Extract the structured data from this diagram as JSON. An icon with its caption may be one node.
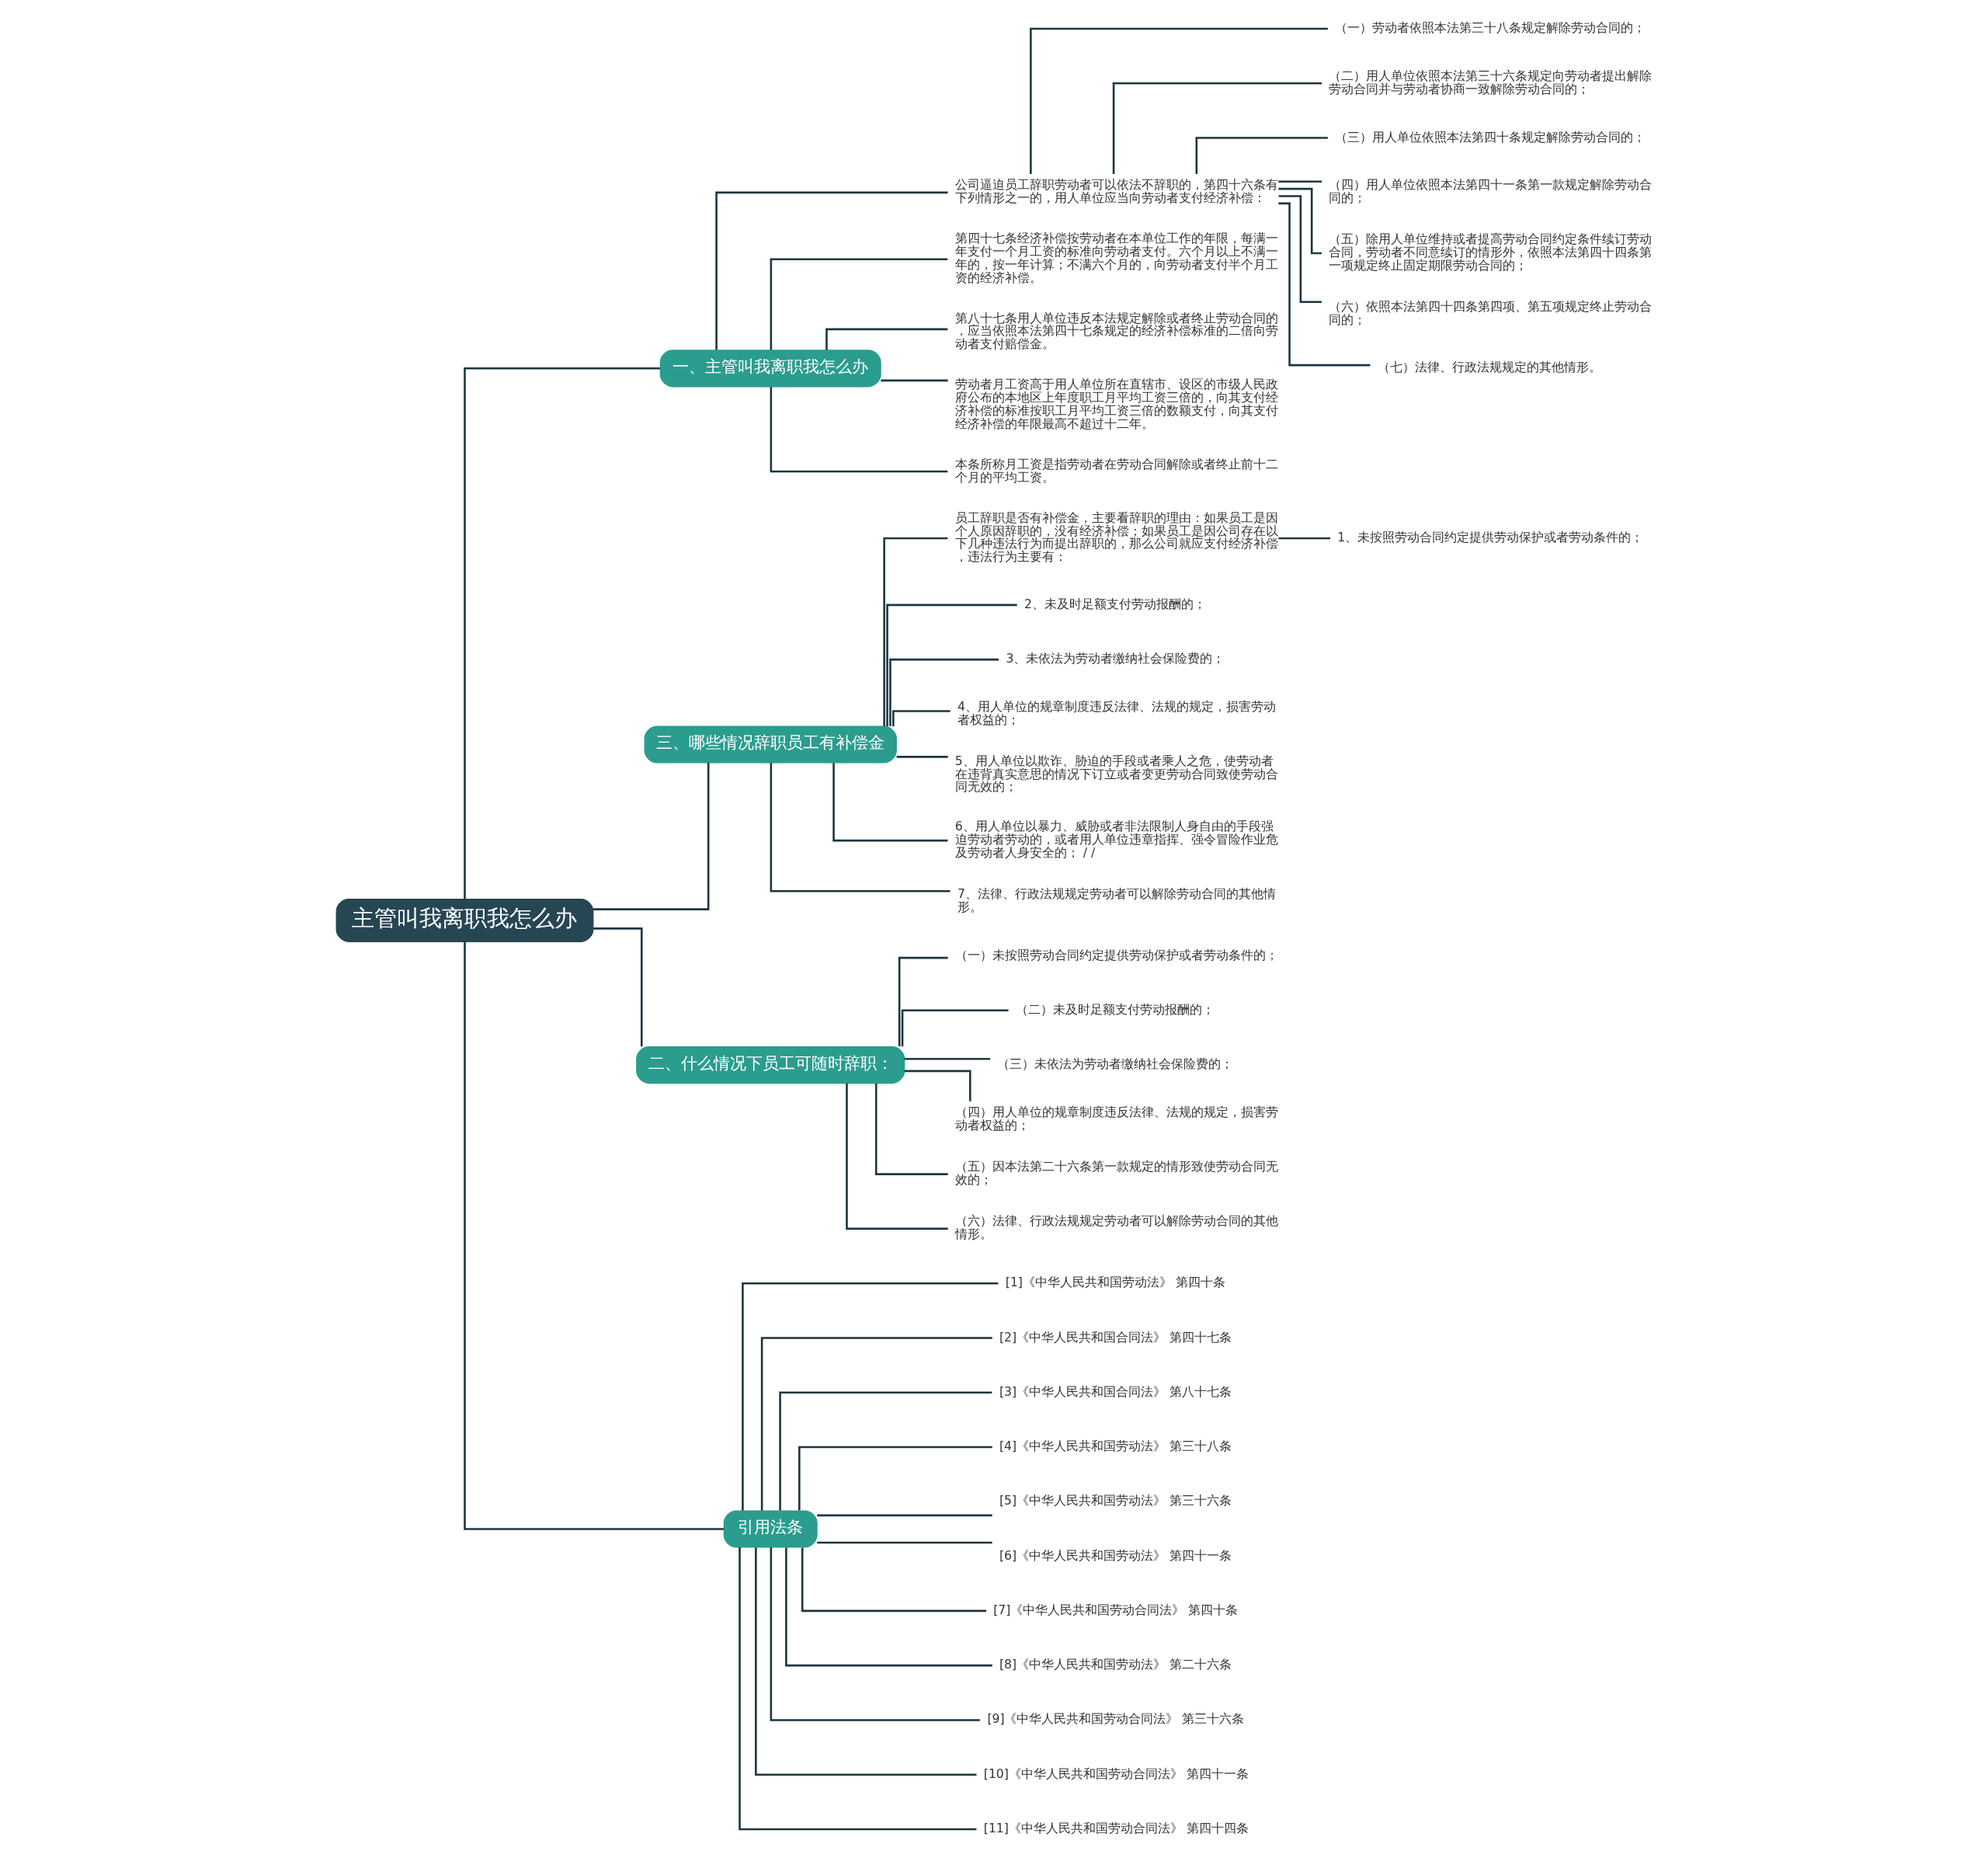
{
  "diagram": {
    "nodes": [
      {
        "text": [
          "主管叫我离职我怎么办"
        ]
      },
      {
        "text": [
          "一、主管叫我离职我怎么办"
        ]
      },
      {
        "text": [
          "公司逼迫员工辞职劳动者可以依法不辞职的，第四十六条有下列情形之一的，用人单位应当向劳动者支付经济补偿："
        ]
      },
      {
        "text": [
          "（一）劳动者依照本法第三十八条规定解除劳动合同的；"
        ]
      },
      {
        "text": [
          "（二）用人单位依照本法第三十六条规定向劳动者提出解除劳动合同并与劳动者协商一致解除劳动合同的；"
        ]
      },
      {
        "text": [
          "（三）用人单位依照本法第四十条规定解除劳动合同的；"
        ]
      },
      {
        "text": [
          "（四）用人单位依照本法第四十一条第一款规定解除劳动合同的；"
        ]
      },
      {
        "text": [
          "（五）除用人单位维持或者提高劳动合同约定条件续订劳动合同，劳动者不同意续订的情形外，依照本法第四十四条第一项规定终止固定期限劳动合同的；"
        ]
      },
      {
        "text": [
          "（六）依照本法第四十四条第四项、第五项规定终止劳动合同的；"
        ]
      },
      {
        "text": [
          "（七）法律、行政法规规定的其他情形。"
        ]
      },
      {
        "text": [
          "第四十七条经济补偿按劳动者在本单位工作的年限，每满一年支付一个月工资的标准向劳动者支付。六个月以上不满一年的，按一年计算；不满六个月的，向劳动者支付半个月工资的经济补偿。"
        ]
      },
      {
        "text": [
          "第八十七条用人单位违反本法规定解除或者终止劳动合同的，应当依照本法第四十七条规定的经济补偿标准的二倍向劳动者支付赔偿金。"
        ]
      },
      {
        "text": [
          "劳动者月工资高于用人单位所在直辖市、设区的市级人民政府公布的本地区上年度职工月平均工资三倍的，向其支付经济补偿的标准按职工月平均工资三倍的数额支付，向其支付经济补偿的年限最高不超过十二年。"
        ]
      },
      {
        "text": [
          "本条所称月工资是指劳动者在劳动合同解除或者终止前十二个月的平均工资。"
        ]
      },
      {
        "text": [
          "三、哪些情况辞职员工有补偿金"
        ]
      },
      {
        "text": [
          "员工辞职是否有补偿金，主要看辞职的理由：如果员工是因个人原因辞职的，没有经济补偿；如果员工是因公司存在以下几种违法行为而提出辞职的，那么公司就应支付经济补偿，违法行为主要有："
        ]
      },
      {
        "text": [
          "1、未按照劳动合同约定提供劳动保护或者劳动条件的；"
        ]
      },
      {
        "text": [
          "2、未及时足额支付劳动报酬的；"
        ]
      },
      {
        "text": [
          "3、未依法为劳动者缴纳社会保险费的；"
        ]
      },
      {
        "text": [
          "4、用人单位的规章制度违反法律、法规的规定，损害劳动者权益的；"
        ]
      },
      {
        "text": [
          "5、用人单位以欺诈、胁迫的手段或者乘人之危，使劳动者在违背真实意思的情况下订立或者变更劳动合同致使劳动合同无效的；"
        ]
      },
      {
        "text": [
          "6、用人单位以暴力、威胁或者非法限制人身自由的手段强迫劳动者劳动的，或者用人单位违章指挥、强令冒险作业危及劳动者人身安全的； / /"
        ]
      },
      {
        "text": [
          "7、法律、行政法规规定劳动者可以解除劳动合同的其他情形。"
        ]
      },
      {
        "text": [
          "二、什么情况下员工可随时辞职："
        ]
      },
      {
        "text": [
          "（一）未按照劳动合同约定提供劳动保护或者劳动条件的；"
        ]
      },
      {
        "text": [
          "（二）未及时足额支付劳动报酬的；"
        ]
      },
      {
        "text": [
          "（三）未依法为劳动者缴纳社会保险费的；"
        ]
      },
      {
        "text": [
          "（四）用人单位的规章制度违反法律、法规的规定，损害劳动者权益的；"
        ]
      },
      {
        "text": [
          "（五）因本法第二十六条第一款规定的情形致使劳动合同无效的；"
        ]
      },
      {
        "text": [
          "（六）法律、行政法规规定劳动者可以解除劳动合同的其他情形。"
        ]
      },
      {
        "text": [
          "引用法条"
        ]
      },
      {
        "text": [
          "[1]《中华人民共和国劳动法》 第四十条"
        ]
      },
      {
        "text": [
          "[2]《中华人民共和国合同法》 第四十七条"
        ]
      },
      {
        "text": [
          "[3]《中华人民共和国合同法》 第八十七条"
        ]
      },
      {
        "text": [
          "[4]《中华人民共和国劳动法》 第三十八条"
        ]
      },
      {
        "text": [
          "[5]《中华人民共和国劳动法》 第三十六条"
        ]
      },
      {
        "text": [
          "[6]《中华人民共和国劳动法》 第四十一条"
        ]
      },
      {
        "text": [
          "[7]《中华人民共和国劳动合同法》 第四十条"
        ]
      },
      {
        "text": [
          "[8]《中华人民共和国劳动法》 第二十六条"
        ]
      },
      {
        "text": [
          "[9]《中华人民共和国劳动合同法》 第三十六条"
        ]
      },
      {
        "text": [
          "[10]《中华人民共和国劳动合同法》 第四十一条"
        ]
      },
      {
        "text": [
          "[11]《中华人民共和国劳动合同法》 第四十四条"
        ]
      }
    ],
    "edges": [
      {
        "from": 0,
        "to": 1,
        "arrow": "none"
      },
      {
        "from": 1,
        "to": 2,
        "arrow": "none"
      },
      {
        "from": 2,
        "to": 3,
        "arrow": "none"
      },
      {
        "from": 2,
        "to": 4,
        "arrow": "none"
      },
      {
        "from": 2,
        "to": 5,
        "arrow": "none"
      },
      {
        "from": 2,
        "to": 6,
        "arrow": "none"
      },
      {
        "from": 2,
        "to": 7,
        "arrow": "none"
      },
      {
        "from": 2,
        "to": 8,
        "arrow": "none"
      },
      {
        "from": 2,
        "to": 9,
        "arrow": "none"
      },
      {
        "from": 1,
        "to": 10,
        "arrow": "none"
      },
      {
        "from": 1,
        "to": 11,
        "arrow": "none"
      },
      {
        "from": 1,
        "to": 12,
        "arrow": "none"
      },
      {
        "from": 1,
        "to": 13,
        "arrow": "none"
      },
      {
        "from": 0,
        "to": 14,
        "arrow": "none"
      },
      {
        "from": 14,
        "to": 15,
        "arrow": "none"
      },
      {
        "from": 15,
        "to": 16,
        "arrow": "none"
      },
      {
        "from": 14,
        "to": 17,
        "arrow": "none"
      },
      {
        "from": 14,
        "to": 18,
        "arrow": "none"
      },
      {
        "from": 14,
        "to": 19,
        "arrow": "none"
      },
      {
        "from": 14,
        "to": 20,
        "arrow": "none"
      },
      {
        "from": 14,
        "to": 21,
        "arrow": "none"
      },
      {
        "from": 14,
        "to": 22,
        "arrow": "none"
      },
      {
        "from": 0,
        "to": 23,
        "arrow": "none"
      },
      {
        "from": 23,
        "to": 24,
        "arrow": "none"
      },
      {
        "from": 23,
        "to": 25,
        "arrow": "none"
      },
      {
        "from": 23,
        "to": 26,
        "arrow": "none"
      },
      {
        "from": 23,
        "to": 27,
        "arrow": "none"
      },
      {
        "from": 23,
        "to": 28,
        "arrow": "none"
      },
      {
        "from": 23,
        "to": 29,
        "arrow": "none"
      },
      {
        "from": 0,
        "to": 30,
        "arrow": "none"
      },
      {
        "from": 30,
        "to": 31,
        "arrow": "none"
      },
      {
        "from": 30,
        "to": 32,
        "arrow": "none"
      },
      {
        "from": 30,
        "to": 33,
        "arrow": "none"
      },
      {
        "from": 30,
        "to": 34,
        "arrow": "none"
      },
      {
        "from": 30,
        "to": 35,
        "arrow": "none"
      },
      {
        "from": 30,
        "to": 36,
        "arrow": "none"
      },
      {
        "from": 30,
        "to": 37,
        "arrow": "none"
      },
      {
        "from": 30,
        "to": 38,
        "arrow": "none"
      },
      {
        "from": 30,
        "to": 39,
        "arrow": "none"
      },
      {
        "from": 30,
        "to": 40,
        "arrow": "none"
      },
      {
        "from": 30,
        "to": 41,
        "arrow": "none"
      }
    ]
  }
}
